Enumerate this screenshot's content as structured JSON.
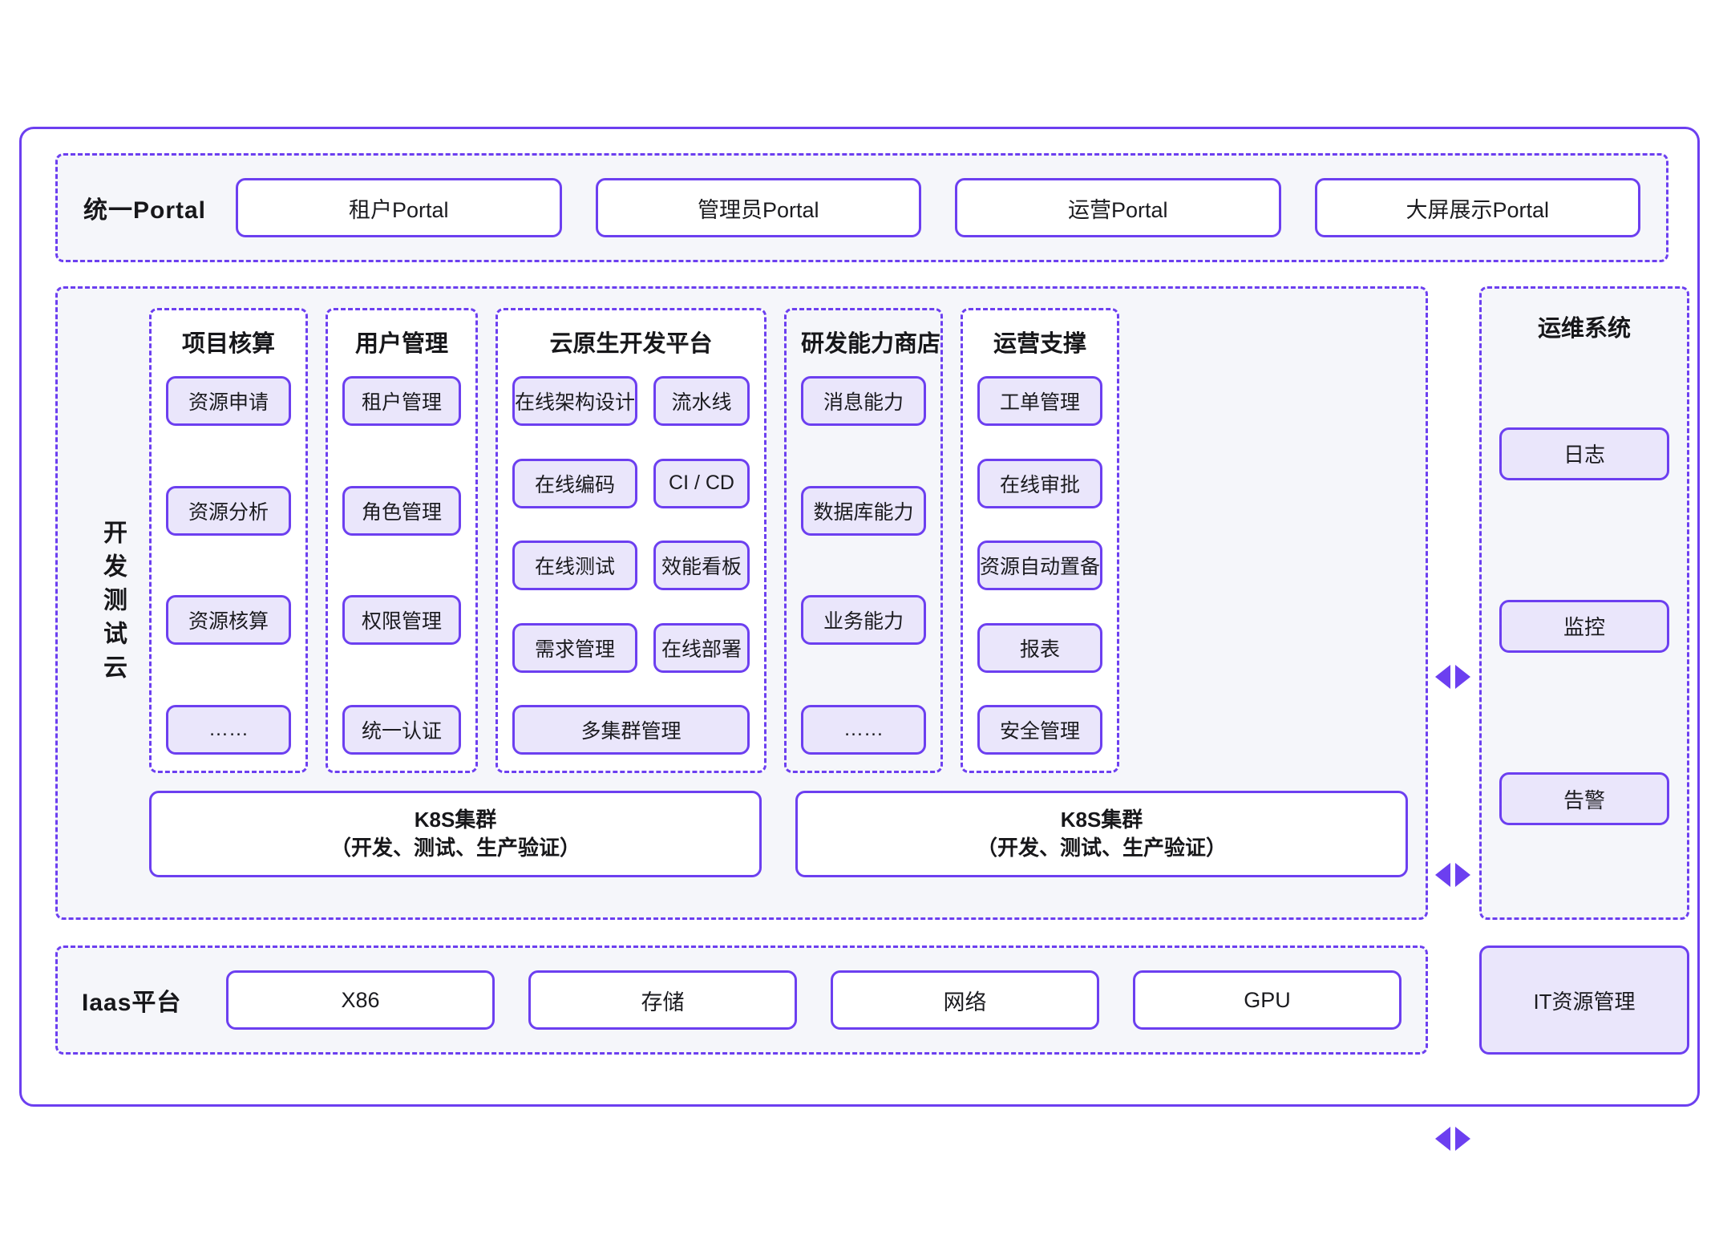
{
  "portal": {
    "label": "统一Portal",
    "items": [
      {
        "label": "租户Portal"
      },
      {
        "label": "管理员Portal"
      },
      {
        "label": "运营Portal"
      },
      {
        "label": "大屏展示Portal"
      }
    ]
  },
  "main": {
    "label": "开发测试云",
    "columns": [
      {
        "title": "项目核算",
        "items": [
          {
            "label": "资源申请"
          },
          {
            "label": "资源分析"
          },
          {
            "label": "资源核算"
          },
          {
            "label": "……"
          }
        ]
      },
      {
        "title": "用户管理",
        "items": [
          {
            "label": "租户管理"
          },
          {
            "label": "角色管理"
          },
          {
            "label": "权限管理"
          },
          {
            "label": "统一认证"
          }
        ]
      },
      {
        "title": "云原生开发平台",
        "items": [
          {
            "label": "在线架构设计"
          },
          {
            "label": "流水线"
          },
          {
            "label": "在线编码"
          },
          {
            "label": "CI / CD"
          },
          {
            "label": "在线测试"
          },
          {
            "label": "效能看板"
          },
          {
            "label": "需求管理"
          },
          {
            "label": "在线部署"
          },
          {
            "label": "多集群管理"
          }
        ]
      },
      {
        "title": "研发能力商店",
        "items": [
          {
            "label": "消息能力"
          },
          {
            "label": "数据库能力"
          },
          {
            "label": "业务能力"
          },
          {
            "label": "……"
          }
        ]
      },
      {
        "title": "运营支撑",
        "items": [
          {
            "label": "工单管理"
          },
          {
            "label": "在线审批"
          },
          {
            "label": "资源自动置备"
          },
          {
            "label": "报表"
          },
          {
            "label": "安全管理"
          }
        ]
      }
    ],
    "k8s": [
      {
        "line1": "K8S集群",
        "line2": "（开发、测试、生产验证）"
      },
      {
        "line1": "K8S集群",
        "line2": "（开发、测试、生产验证）"
      }
    ]
  },
  "ops": {
    "title": "运维系统",
    "items": [
      {
        "label": "日志"
      },
      {
        "label": "监控"
      },
      {
        "label": "告警"
      }
    ]
  },
  "iaas": {
    "label": "Iaas平台",
    "items": [
      {
        "label": "X86"
      },
      {
        "label": "存储"
      },
      {
        "label": "网络"
      },
      {
        "label": "GPU"
      }
    ],
    "it_resource": "IT资源管理"
  },
  "colors": {
    "accent": "#6c3ff0",
    "chip_fill": "#eae6fb",
    "section_fill": "#f5f6fa",
    "text": "#1b1b1f"
  }
}
